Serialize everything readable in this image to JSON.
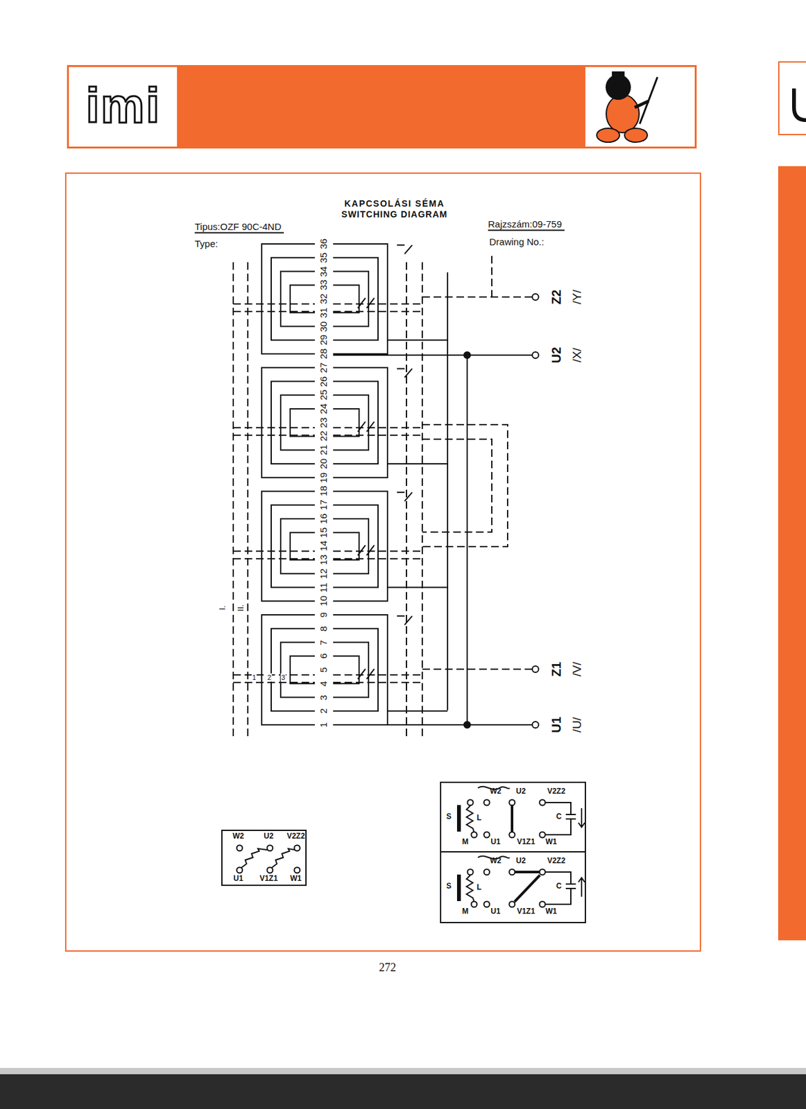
{
  "diagram": {
    "title": "KAPCSOLÁSI SÉMA",
    "nodes": [
      {
        "text": [
          "W2",
          "U2",
          "V2Z2",
          "U1",
          "V1Z1",
          "W1"
        ]
      },
      {
        "text": [
          "W2",
          "U2",
          "V2Z2",
          "S",
          "L",
          "C",
          "M",
          "U1",
          "V1Z1",
          "W1"
        ]
      },
      {
        "text": [
          "W2",
          "U2",
          "V2Z2",
          "S",
          "L",
          "C",
          "M",
          "U1",
          "V1Z1",
          "W1"
        ]
      }
    ],
    "labels": [
      "imi",
      "SWITCHING DIAGRAM",
      "Tipus:OZF 90C-4ND",
      "Type:",
      "Rajzszám:09-759",
      "Drawing No.:",
      "1",
      "2",
      "3",
      "4",
      "5",
      "6",
      "7",
      "8",
      "9",
      "10",
      "11",
      "12",
      "13",
      "14",
      "15",
      "16",
      "17",
      "18",
      "19",
      "20",
      "21",
      "22",
      "23",
      "24",
      "25",
      "26",
      "27",
      "28",
      "29",
      "30",
      "31",
      "32",
      "33",
      "34",
      "35",
      "36",
      "Z2",
      "/Y/",
      "U2",
      "/X/",
      "Z1",
      "/V/",
      "U1",
      "/U/",
      "I.",
      "II.",
      "1",
      "2",
      "3",
      "272"
    ]
  }
}
